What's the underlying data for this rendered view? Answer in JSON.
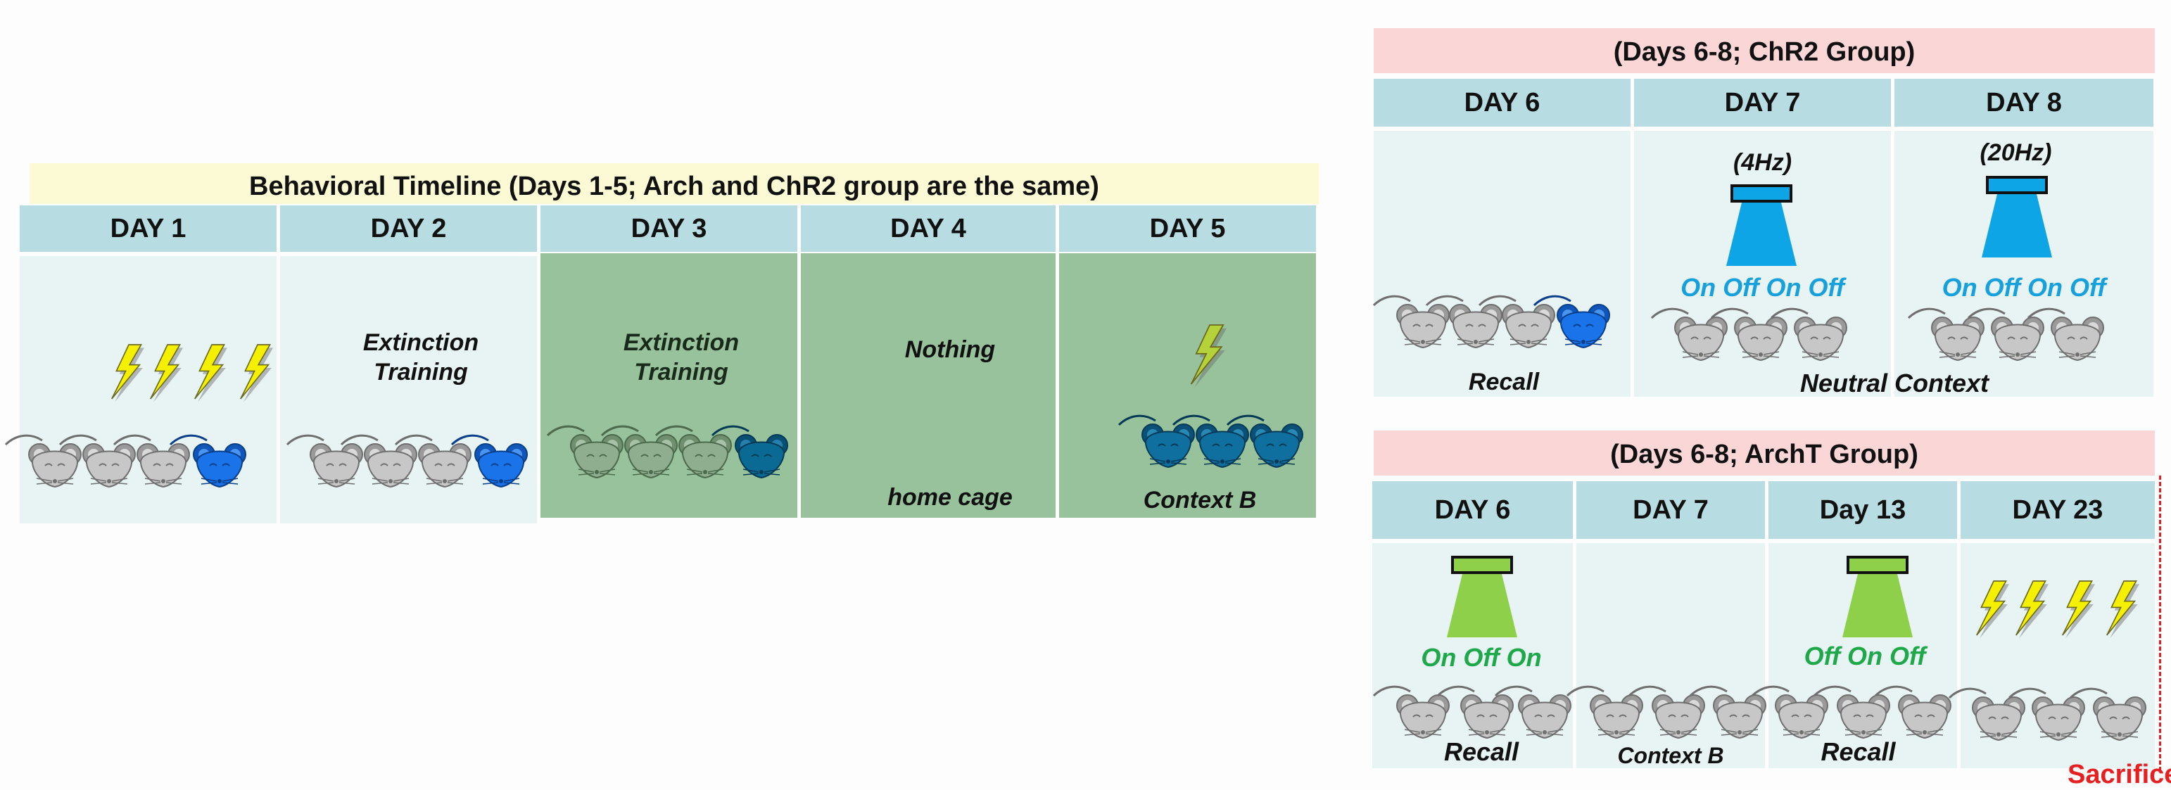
{
  "timeline": {
    "title": "Behavioral Timeline (Days 1-5; Arch and ChR2 group are the same)",
    "days": [
      {
        "header": "DAY 1",
        "label": ""
      },
      {
        "header": "DAY 2",
        "label": "Extinction\nTraining"
      },
      {
        "header": "DAY 3",
        "label": "Extinction\nTraining"
      },
      {
        "header": "DAY 4",
        "label": "Nothing",
        "sublabel": "home cage"
      },
      {
        "header": "DAY 5",
        "label": "",
        "sublabel": "Context B"
      }
    ]
  },
  "chr2": {
    "title": "(Days 6-8; ChR2 Group)",
    "days": [
      {
        "header": "DAY 6"
      },
      {
        "header": "DAY 7",
        "freq": "(4Hz)",
        "pattern": "On Off On Off"
      },
      {
        "header": "DAY 8",
        "freq": "(20Hz)",
        "pattern": "On Off On Off"
      }
    ],
    "recall_label": "Recall",
    "neutral_label": "Neutral Context"
  },
  "archt": {
    "title": "(Days 6-8; ArchT Group)",
    "days": [
      {
        "header": "DAY 6",
        "pattern": "On Off On",
        "label": "Recall"
      },
      {
        "header": "DAY 7",
        "label": "Context B"
      },
      {
        "header": "Day 13",
        "pattern": "Off On Off",
        "label": "Recall"
      },
      {
        "header": "DAY 23"
      }
    ],
    "sacrifice": "Sacrifice"
  },
  "colors": {
    "blue_mouse": "#1a73e8",
    "light_blue": "#16a0dc",
    "light_green": "#8fd04a",
    "bolt_yellow": "#f5f000",
    "red_text": "#e62020"
  }
}
